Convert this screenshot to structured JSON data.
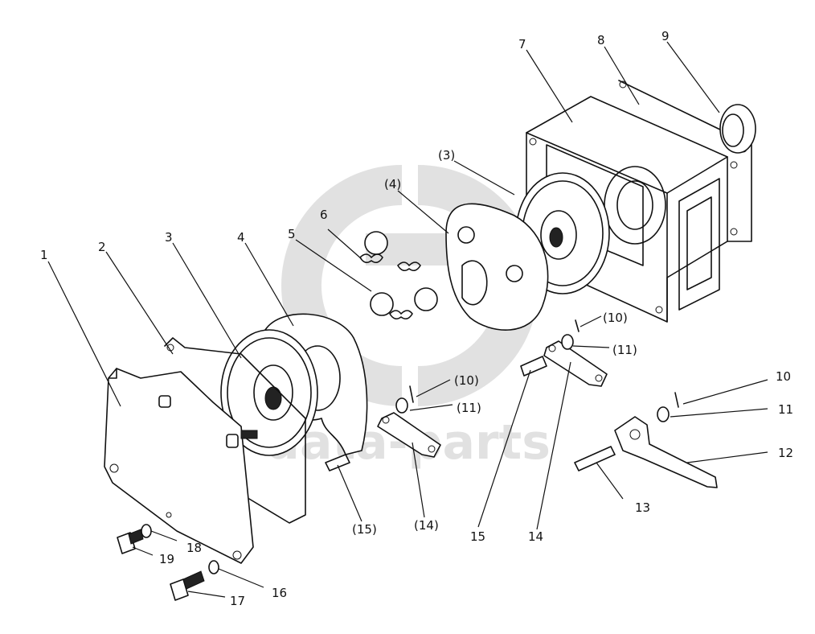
{
  "watermark": {
    "text": "data-parts",
    "color": "#c9c9c9"
  },
  "callouts": [
    {
      "id": "c1",
      "text": "1"
    },
    {
      "id": "c2",
      "text": "2"
    },
    {
      "id": "c3",
      "text": "3"
    },
    {
      "id": "c4",
      "text": "4"
    },
    {
      "id": "c5",
      "text": "5"
    },
    {
      "id": "c6",
      "text": "6"
    },
    {
      "id": "c7",
      "text": "7"
    },
    {
      "id": "c8",
      "text": "8"
    },
    {
      "id": "c9",
      "text": "9"
    },
    {
      "id": "c3p",
      "text": "(3)"
    },
    {
      "id": "c4p",
      "text": "(4)"
    },
    {
      "id": "c10p_a",
      "text": "(10)"
    },
    {
      "id": "c11p_a",
      "text": "(11)"
    },
    {
      "id": "c10p_b",
      "text": "(10)"
    },
    {
      "id": "c11p_b",
      "text": "(11)"
    },
    {
      "id": "c15p",
      "text": "(15)"
    },
    {
      "id": "c14p",
      "text": "(14)"
    },
    {
      "id": "c10",
      "text": "10"
    },
    {
      "id": "c11",
      "text": "11"
    },
    {
      "id": "c12",
      "text": "12"
    },
    {
      "id": "c13",
      "text": "13"
    },
    {
      "id": "c15",
      "text": "15"
    },
    {
      "id": "c14",
      "text": "14"
    },
    {
      "id": "c18",
      "text": "18"
    },
    {
      "id": "c19",
      "text": "19"
    },
    {
      "id": "c16",
      "text": "16"
    },
    {
      "id": "c17",
      "text": "17"
    }
  ]
}
